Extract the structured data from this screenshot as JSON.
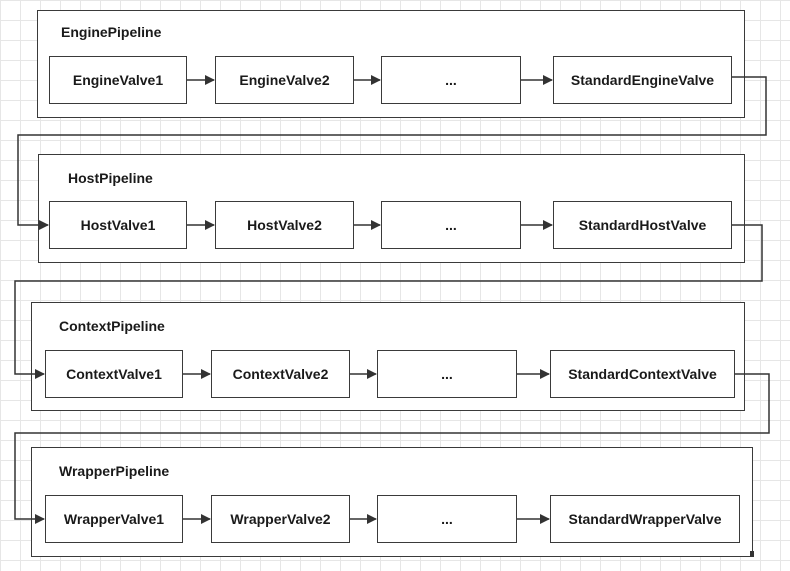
{
  "pipelines": [
    {
      "title": "EnginePipeline",
      "valves": [
        "EngineValve1",
        "EngineValve2",
        "...",
        "StandardEngineValve"
      ]
    },
    {
      "title": "HostPipeline",
      "valves": [
        "HostValve1",
        "HostValve2",
        "...",
        "StandardHostValve"
      ]
    },
    {
      "title": "ContextPipeline",
      "valves": [
        "ContextValve1",
        "ContextValve2",
        "...",
        "StandardContextValve"
      ]
    },
    {
      "title": "WrapperPipeline",
      "valves": [
        "WrapperValve1",
        "WrapperValve2",
        "...",
        "StandardWrapperValve"
      ]
    }
  ]
}
